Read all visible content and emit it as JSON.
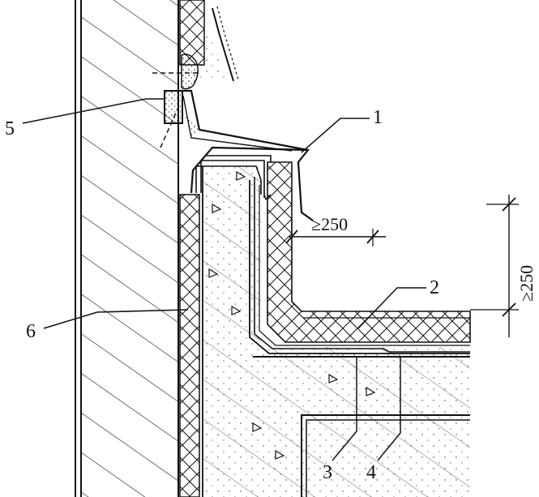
{
  "callouts": [
    "1",
    "2",
    "3",
    "4",
    "5",
    "6"
  ],
  "dimensions": {
    "horizontal": "≥250",
    "vertical": "≥250"
  },
  "colors": {
    "line": "#111111",
    "background": "#ffffff"
  }
}
